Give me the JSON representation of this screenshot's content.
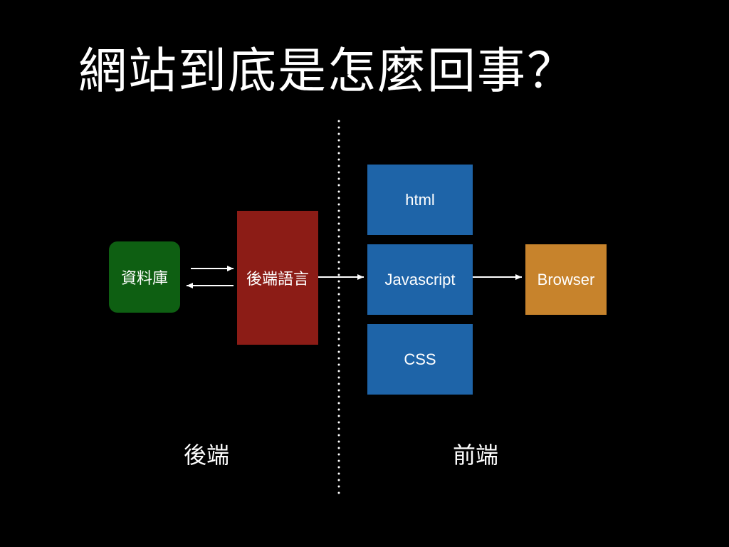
{
  "slide": {
    "title": "網站到底是怎麼回事？"
  },
  "nodes": {
    "database": {
      "label": "資料庫",
      "color": "#0e5f12"
    },
    "backend_language": {
      "label": "後端語言",
      "color": "#8c1c16"
    },
    "html": {
      "label": "html",
      "color": "#1e64a8"
    },
    "javascript": {
      "label": "Javascript",
      "color": "#1e64a8"
    },
    "css": {
      "label": "CSS",
      "color": "#1e64a8"
    },
    "browser": {
      "label": "Browser",
      "color": "#c7832c"
    }
  },
  "sections": {
    "backend": "後端",
    "frontend": "前端"
  },
  "colors": {
    "background": "#000000",
    "text": "#ffffff",
    "connector": "#ffffff"
  }
}
